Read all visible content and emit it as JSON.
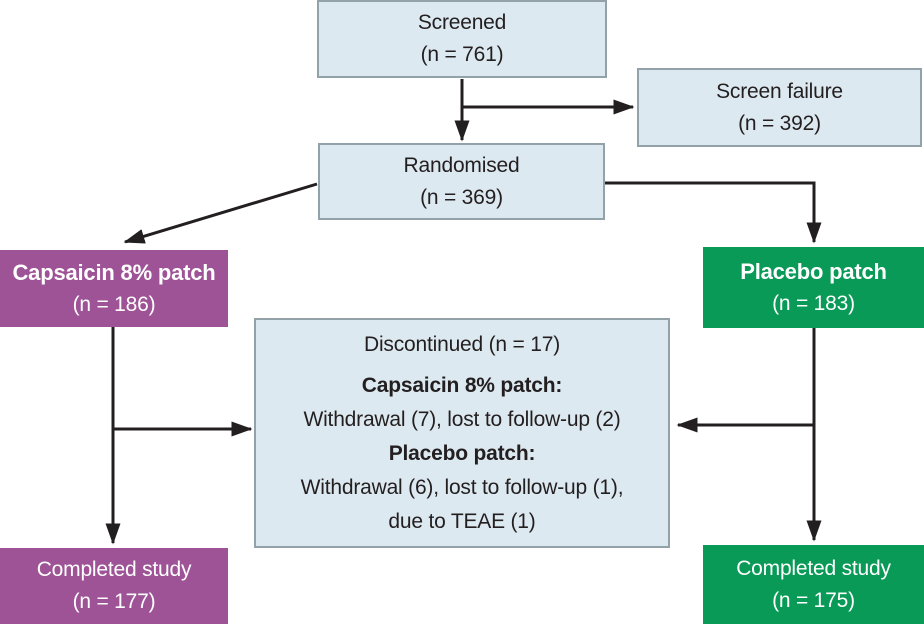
{
  "palette": {
    "box_fill": "#dde9f0",
    "box_border": "#93a1a8",
    "purple": "#9d5396",
    "green": "#089a56",
    "line": "#231f20",
    "text_dark": "#231f20",
    "text_light": "#ffffff"
  },
  "boxes": {
    "screened": {
      "line1": "Screened",
      "line2": "(n = 761)"
    },
    "screen_failure": {
      "line1": "Screen failure",
      "line2": "(n = 392)"
    },
    "randomised": {
      "line1": "Randomised",
      "line2": "(n = 369)"
    },
    "capsaicin": {
      "line1": "Capsaicin 8% patch",
      "line2": "(n = 186)"
    },
    "placebo": {
      "line1": "Placebo patch",
      "line2": "(n = 183)"
    },
    "discontinued": {
      "title": "Discontinued (n = 17)",
      "capsaicin_heading": "Capsaicin 8% patch:",
      "capsaicin_detail": "Withdrawal (7), lost to follow-up (2)",
      "placebo_heading": "Placebo patch:",
      "placebo_detail_line1": "Withdrawal (6), lost to follow-up (1),",
      "placebo_detail_line2": "due to TEAE (1)"
    },
    "completed_capsaicin": {
      "line1": "Completed study",
      "line2": "(n = 177)"
    },
    "completed_placebo": {
      "line1": "Completed study",
      "line2": "(n = 175)"
    }
  }
}
